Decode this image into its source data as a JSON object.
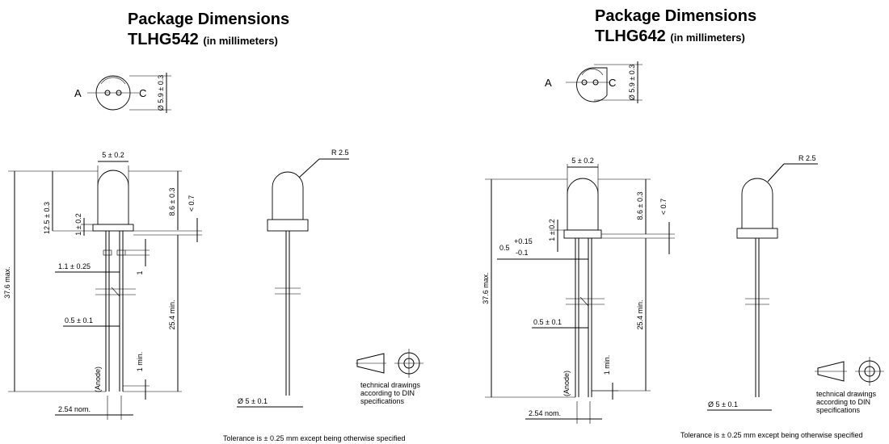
{
  "left": {
    "title": "Package Dimensions",
    "part": "TLHG542",
    "unit": "(in millimeters)",
    "pin_a": "A",
    "pin_c": "C",
    "dia_top": "Ø 5.9 ± 0.3",
    "dim_width": "5 ± 0.2",
    "dim_total": "37.6 max.",
    "dim_body": "12.5 ± 0.3",
    "dim_dome": "8.6 ± 0.3",
    "dim_flange_max": "< 0.7",
    "dim_flange": "1 ± 0.2",
    "dim_bend": "1",
    "dim_leadw": "1.1 ± 0.25",
    "dim_lead": "0.5 ± 0.1",
    "dim_lead_len": "25.4 min.",
    "dim_min": "1 min.",
    "anode": "(Anode)",
    "dim_pitch": "2.54 nom.",
    "radius": "R 2.5",
    "dim_dia": "Ø 5 ± 0.1",
    "note": "technical drawings\naccording to DIN\nspecifications",
    "tolerance": "Tolerance is ± 0.25 mm except being otherwise specified"
  },
  "right": {
    "title": "Package Dimensions",
    "part": "TLHG642",
    "unit": "(in millimeters)",
    "pin_a": "A",
    "pin_c": "C",
    "dia_top": "Ø 5.9 ± 0.3",
    "dim_width": "5 ± 0.2",
    "dim_total": "37.6 max.",
    "dim_dome": "8.6 ± 0.3",
    "dim_flange_max": "< 0.7",
    "dim_flange": "1 ± 0.2",
    "dim_lead_tol_base": "0.5",
    "dim_lead_tol_plus": "+0.15",
    "dim_lead_tol_minus": "-0.1",
    "dim_lead": "0.5 ± 0.1",
    "dim_lead_len": "25.4 min.",
    "dim_min": "1 min.",
    "anode": "(Anode)",
    "dim_pitch": "2.54 nom.",
    "radius": "R 2.5",
    "dim_dia": "Ø 5 ± 0.1",
    "note": "technical drawings\naccording to DIN\nspecifications",
    "tolerance": "Tolerance is ± 0.25 mm except being otherwise specified"
  }
}
